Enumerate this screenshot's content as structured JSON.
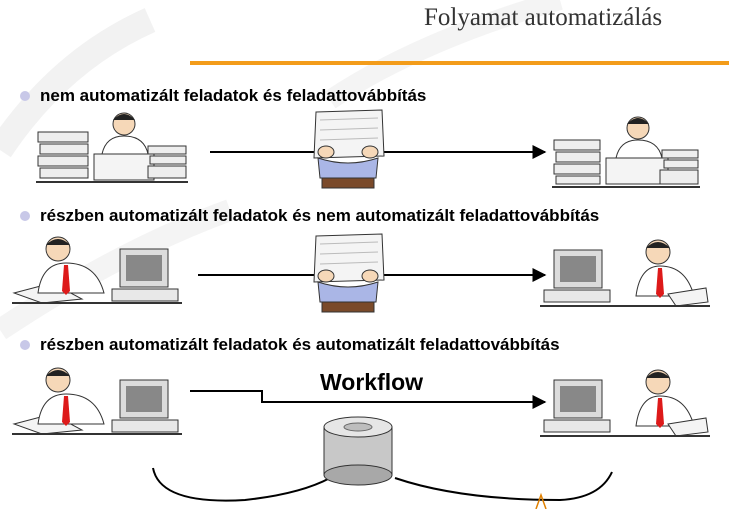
{
  "title": "Folyamat automatizálás",
  "colors": {
    "accent": "#f39c1a",
    "bullet": "#c8c8e8",
    "arrow": "#000000"
  },
  "rows": [
    {
      "label": "nem automatizált feladatok és feladattovábbítás",
      "left_icon": "desk-worker-papers-icon",
      "middle_icon": "paper-carrier-icon",
      "right_icon": "desk-worker-papers-icon"
    },
    {
      "label": "részben automatizált feladatok és nem automatizált feladattovábbítás",
      "left_icon": "stressed-worker-computer-icon",
      "middle_icon": "paper-carrier-icon",
      "right_icon": "computer-stressed-worker-icon"
    },
    {
      "label": "részben automatizált feladatok és automatizált feladattovábbítás",
      "left_icon": "stressed-worker-computer-icon",
      "middle_icon": "workflow-database-icon",
      "right_icon": "computer-stressed-worker-icon"
    }
  ],
  "workflow_label": "Workflow"
}
